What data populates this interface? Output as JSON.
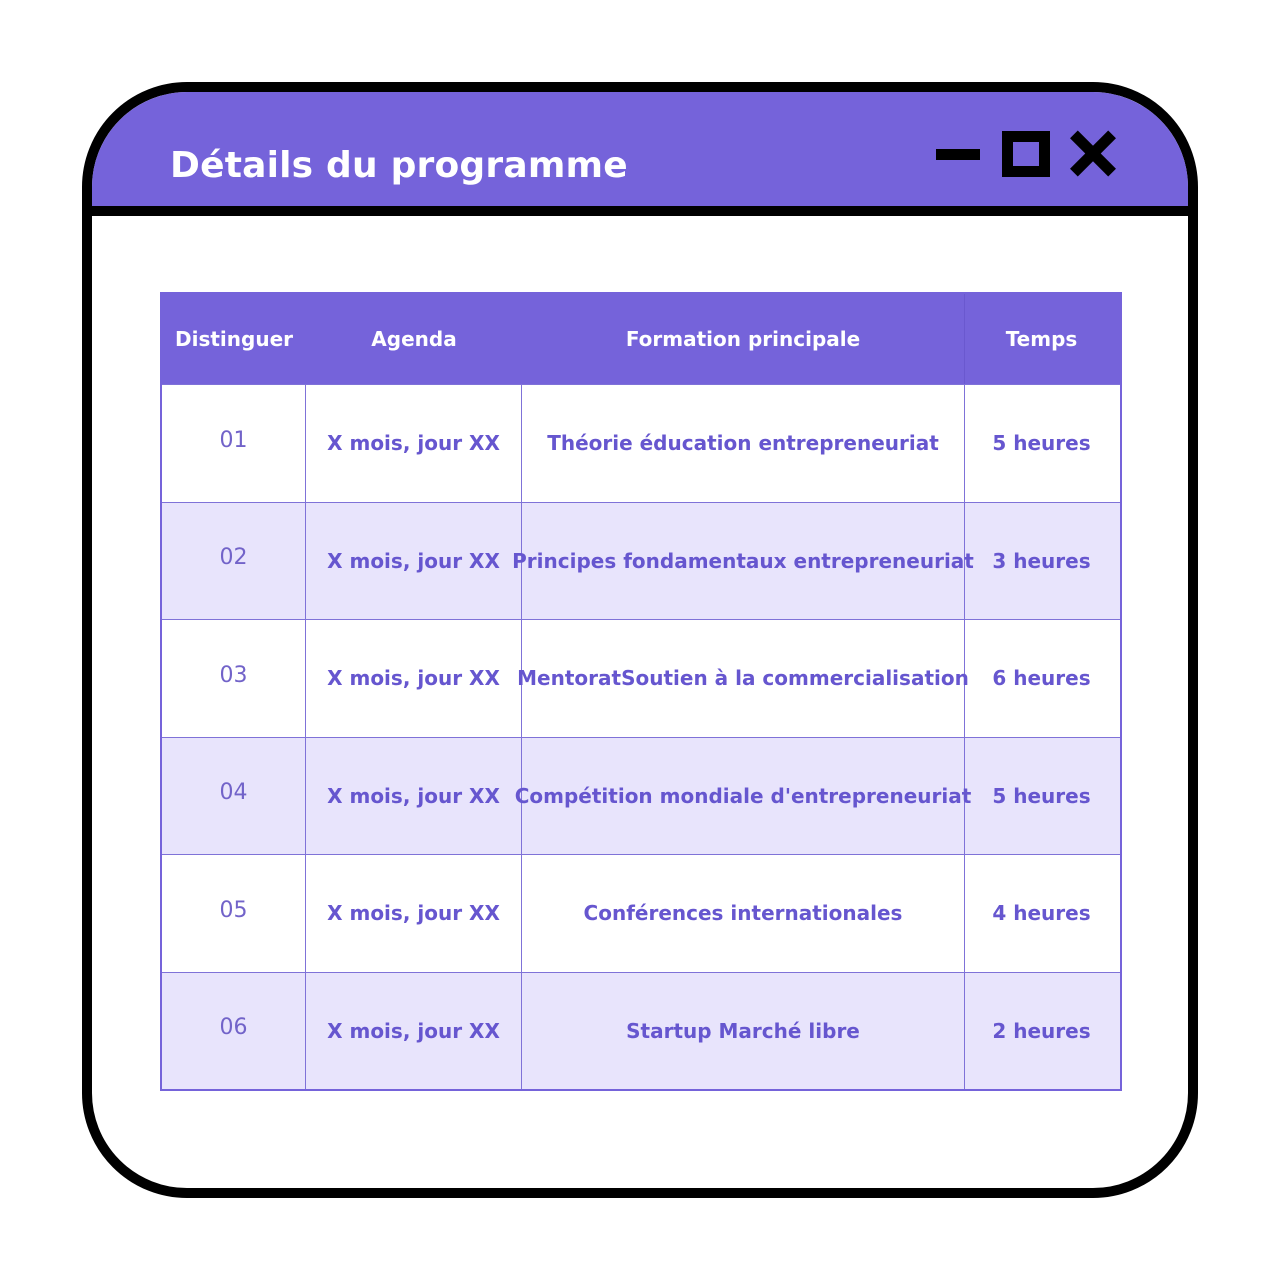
{
  "window": {
    "title": "Détails du programme",
    "controls": {
      "minimize": "minimize-icon",
      "maximize": "maximize-icon",
      "close": "close-icon"
    }
  },
  "colors": {
    "accent": "#7563DA",
    "row_alt": "#E8E4FC",
    "text": "#6656CF",
    "border": "#000000"
  },
  "table": {
    "headers": [
      "Distinguer",
      "Agenda",
      "Formation principale",
      "Temps"
    ],
    "rows": [
      {
        "id": "01",
        "agenda": "X mois, jour XX",
        "formation": "Théorie éducation entrepreneuriat",
        "temps": "5 heures"
      },
      {
        "id": "02",
        "agenda": "X mois, jour XX",
        "formation": "Principes fondamentaux entrepreneuriat",
        "temps": "3 heures"
      },
      {
        "id": "03",
        "agenda": "X mois, jour XX",
        "formation": "MentoratSoutien à la commercialisation",
        "temps": "6 heures"
      },
      {
        "id": "04",
        "agenda": "X mois, jour XX",
        "formation": "Compétition mondiale d'entrepreneuriat",
        "temps": "5 heures"
      },
      {
        "id": "05",
        "agenda": "X mois, jour XX",
        "formation": "Conférences internationales",
        "temps": "4 heures"
      },
      {
        "id": "06",
        "agenda": "X mois, jour XX",
        "formation": "Startup Marché libre",
        "temps": "2 heures"
      }
    ]
  }
}
